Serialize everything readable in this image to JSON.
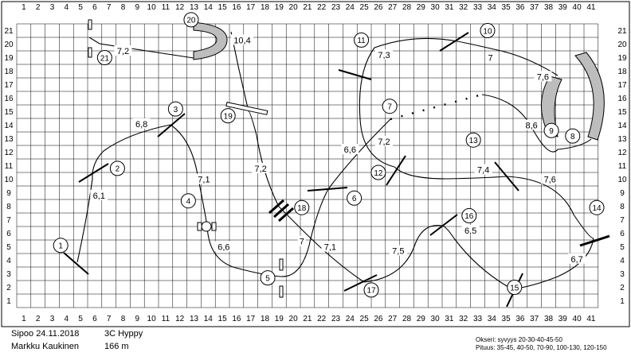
{
  "grid": {
    "cols": 41,
    "rows": 21
  },
  "footer": {
    "place_date": "Sipoo 24.11.2018",
    "class_name": "3C Hyppy",
    "judge": "Markku Kaukinen",
    "length": "166 m",
    "spread_note": "Okseri: syvyys 20-30-40-45-50",
    "length_note": "Pituus: 35-45, 40-50, 70-90, 100-130, 120-150"
  },
  "obstacles": [
    {
      "num": "1",
      "col": 3.6,
      "row": 5.1
    },
    {
      "num": "2",
      "col": 7.6,
      "row": 10.8
    },
    {
      "num": "3",
      "col": 11.7,
      "row": 15.2
    },
    {
      "num": "4",
      "col": 12.6,
      "row": 8.4
    },
    {
      "num": "5",
      "col": 18.2,
      "row": 2.7
    },
    {
      "num": "6",
      "col": 24.3,
      "row": 8.6
    },
    {
      "num": "7",
      "col": 26.8,
      "row": 15.4
    },
    {
      "num": "8",
      "col": 39.7,
      "row": 13.2
    },
    {
      "num": "9",
      "col": 38.2,
      "row": 13.6
    },
    {
      "num": "10",
      "col": 33.7,
      "row": 21.0
    },
    {
      "num": "11",
      "col": 24.8,
      "row": 20.3
    },
    {
      "num": "12",
      "col": 26.0,
      "row": 10.5
    },
    {
      "num": "13",
      "col": 32.7,
      "row": 12.9
    },
    {
      "num": "14",
      "col": 41.4,
      "row": 7.9
    },
    {
      "num": "15",
      "col": 35.6,
      "row": 2.0
    },
    {
      "num": "16",
      "col": 32.4,
      "row": 7.3
    },
    {
      "num": "17",
      "col": 25.5,
      "row": 1.8
    },
    {
      "num": "18",
      "col": 20.6,
      "row": 7.9
    },
    {
      "num": "19",
      "col": 15.4,
      "row": 14.7
    },
    {
      "num": "20",
      "col": 12.8,
      "row": 21.8
    },
    {
      "num": "21",
      "col": 6.7,
      "row": 19.0
    }
  ],
  "distances": [
    {
      "text": "7,2",
      "col": 8.0,
      "row": 19.5
    },
    {
      "text": "10,4",
      "col": 16.4,
      "row": 20.3
    },
    {
      "text": "7,3",
      "col": 26.4,
      "row": 19.2
    },
    {
      "text": "7",
      "col": 33.9,
      "row": 19.0
    },
    {
      "text": "7,6",
      "col": 37.6,
      "row": 17.6
    },
    {
      "text": "8,6",
      "col": 36.8,
      "row": 14.0
    },
    {
      "text": "6,8",
      "col": 9.3,
      "row": 14.1
    },
    {
      "text": "6,1",
      "col": 6.3,
      "row": 8.8
    },
    {
      "text": "7,1",
      "col": 13.7,
      "row": 10.0
    },
    {
      "text": "6,6",
      "col": 15.1,
      "row": 5.0
    },
    {
      "text": "7,2",
      "col": 17.7,
      "row": 10.8
    },
    {
      "text": "6,6",
      "col": 24.0,
      "row": 12.2
    },
    {
      "text": "7,2",
      "col": 26.4,
      "row": 12.8
    },
    {
      "text": "7,4",
      "col": 33.4,
      "row": 10.7
    },
    {
      "text": "7,6",
      "col": 38.1,
      "row": 10.0
    },
    {
      "text": "7",
      "col": 20.6,
      "row": 5.4
    },
    {
      "text": "7,1",
      "col": 22.6,
      "row": 5.0
    },
    {
      "text": "7,5",
      "col": 27.4,
      "row": 4.7
    },
    {
      "text": "6,5",
      "col": 32.5,
      "row": 6.2
    },
    {
      "text": "6,7",
      "col": 40.0,
      "row": 4.1
    }
  ]
}
